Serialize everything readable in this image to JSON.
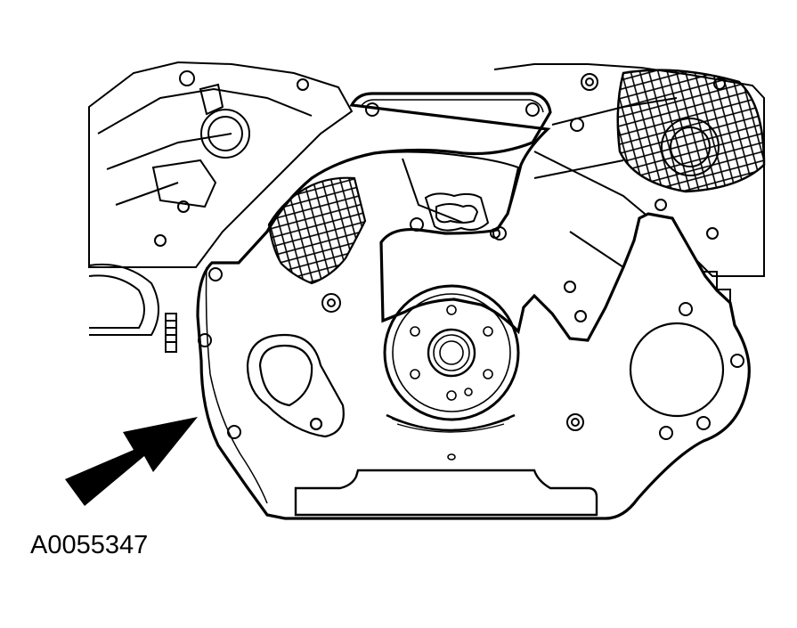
{
  "figure": {
    "id_label": "A0055347",
    "components": {
      "engine_block": "engine-block-outline",
      "adapter_plate": "flywheel-adapter-plate",
      "crank_flange": "crankshaft-flange",
      "direction_arrow": "pointer-arrow"
    }
  },
  "colors": {
    "line": "#000000",
    "background": "#ffffff"
  }
}
